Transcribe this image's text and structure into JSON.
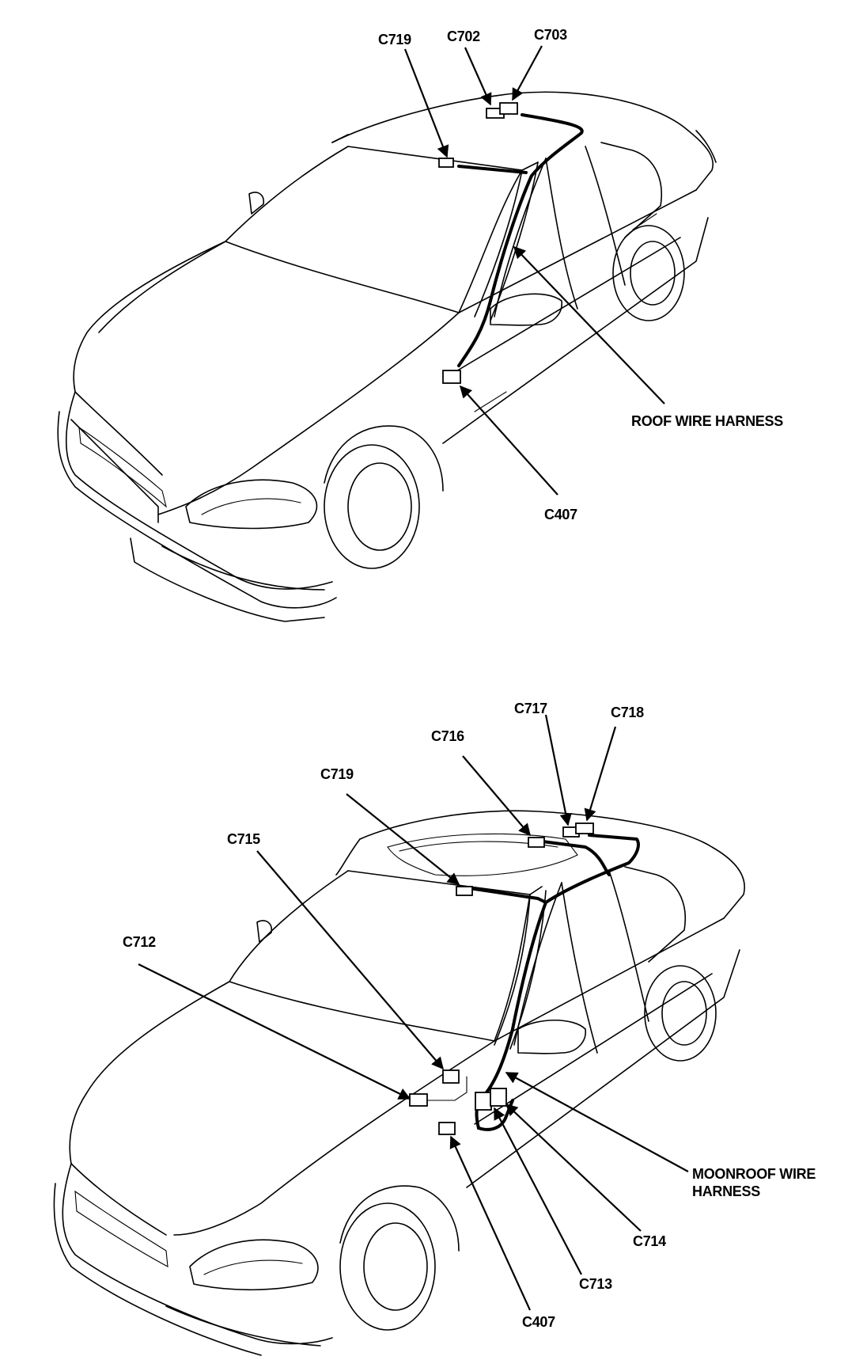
{
  "figure_top": {
    "labels": {
      "c719": "C719",
      "c702": "C702",
      "c703": "C703",
      "roof_wire_harness": "ROOF WIRE HARNESS",
      "c407": "C407"
    }
  },
  "figure_bottom": {
    "labels": {
      "c717": "C717",
      "c718": "C718",
      "c716": "C716",
      "c719": "C719",
      "c715": "C715",
      "c712": "C712",
      "moonroof_wire_harness": "MOONROOF WIRE\nHARNESS",
      "c714": "C714",
      "c713": "C713",
      "c407": "C407"
    }
  }
}
